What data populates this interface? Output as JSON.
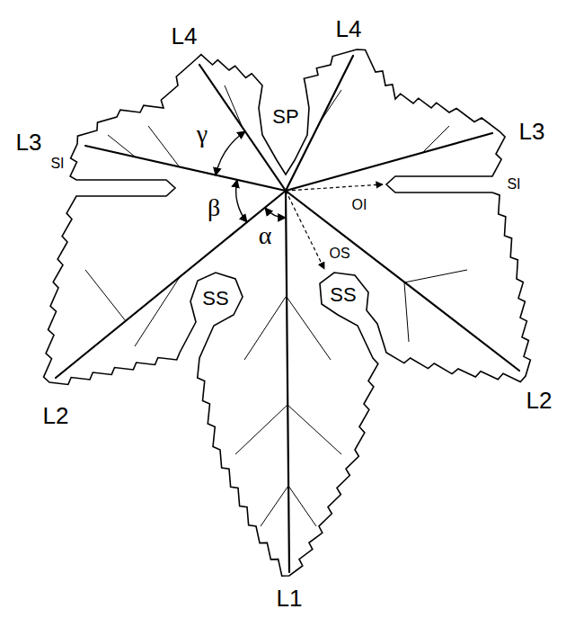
{
  "diagram": {
    "labels": [
      "L4",
      "L4",
      "γ",
      "L3",
      "SI",
      "SP",
      "β",
      "L3",
      "OI",
      "SI",
      "α",
      "OS",
      "SS",
      "SS",
      "L2",
      "L2",
      "L1"
    ]
  }
}
